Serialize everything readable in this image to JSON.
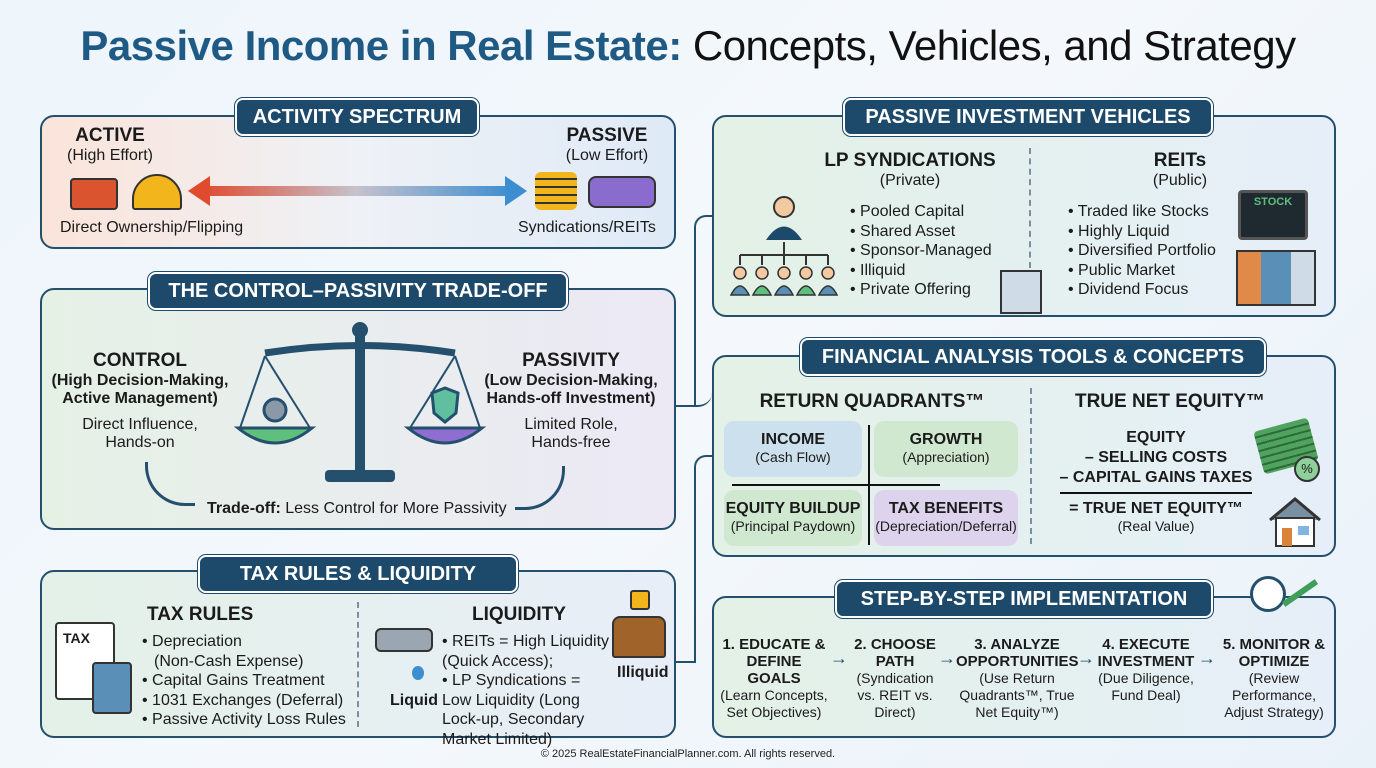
{
  "title": {
    "part1": "Passive Income in Real Estate:",
    "part2": " Concepts, Vehicles, and Strategy"
  },
  "activity": {
    "header": "ACTIVITY SPECTRUM",
    "active": "ACTIVE",
    "active_sub": "(High Effort)",
    "active_caption": "Direct Ownership/Flipping",
    "passive": "PASSIVE",
    "passive_sub": "(Low Effort)",
    "passive_caption": "Syndications/REITs"
  },
  "tradeoff": {
    "header": "THE CONTROL–PASSIVITY TRADE-OFF",
    "control": "CONTROL",
    "control_sub1": "(High Decision-Making,",
    "control_sub2": "Active Management)",
    "control_desc1": "Direct Influence,",
    "control_desc2": "Hands-on",
    "passivity": "PASSIVITY",
    "passivity_sub1": "(Low Decision-Making,",
    "passivity_sub2": "Hands-off Investment)",
    "passivity_desc1": "Limited Role,",
    "passivity_desc2": "Hands-free",
    "caption_bold": "Trade-off:",
    "caption": " Less Control for More Passivity"
  },
  "tax": {
    "header": "TAX RULES & LIQUIDITY",
    "tax_title": "TAX RULES",
    "tax_icon_label": "TAX",
    "tax_items": [
      "Depreciation",
      "(Non-Cash Expense)",
      "Capital Gains Treatment",
      "1031 Exchanges (Deferral)",
      "Passive Activity Loss Rules"
    ],
    "liq_title": "LIQUIDITY",
    "liq_items": [
      "REITs = High Liquidity (Quick Access);",
      "LP Syndications = Low Liquidity (Long Lock-up, Secondary Market Limited)"
    ],
    "liquid": "Liquid",
    "illiquid": "Illiquid"
  },
  "vehicles": {
    "header": "PASSIVE INVESTMENT VEHICLES",
    "lp_title": "LP SYNDICATIONS",
    "lp_sub": "(Private)",
    "lp_items": [
      "Pooled Capital",
      "Shared Asset",
      "Sponsor-Managed",
      "Illiquid",
      "Private Offering"
    ],
    "reit_title": "REITs",
    "reit_sub": "(Public)",
    "reit_items": [
      "Traded like Stocks",
      "Highly Liquid",
      "Diversified Portfolio",
      "Public Market",
      "Dividend Focus"
    ],
    "stock_label": "STOCK"
  },
  "financial": {
    "header": "FINANCIAL ANALYSIS TOOLS & CONCEPTS",
    "rq_title": "RETURN QUADRANTS™",
    "quadrants": [
      {
        "t": "INCOME",
        "s": "(Cash Flow)"
      },
      {
        "t": "GROWTH",
        "s": "(Appreciation)"
      },
      {
        "t": "EQUITY BUILDUP",
        "s": "(Principal Paydown)"
      },
      {
        "t": "TAX BENEFITS",
        "s": "(Depreciation/Deferral)"
      }
    ],
    "tne_title": "TRUE NET EQUITY™",
    "tne_lines": [
      "EQUITY",
      "– SELLING COSTS",
      "– CAPITAL GAINS TAXES"
    ],
    "tne_result": "= TRUE NET EQUITY™",
    "tne_sub": "(Real Value)"
  },
  "steps": {
    "header": "STEP-BY-STEP IMPLEMENTATION",
    "items": [
      {
        "t1": "1. EDUCATE &",
        "t2": "DEFINE GOALS",
        "d": "(Learn Concepts, Set Objectives)"
      },
      {
        "t1": "2. CHOOSE",
        "t2": "PATH",
        "d": "(Syndication vs. REIT vs. Direct)"
      },
      {
        "t1": "3. ANALYZE",
        "t2": "OPPORTUNITIES",
        "d": "(Use Return Quadrants™, True Net Equity™)"
      },
      {
        "t1": "4. EXECUTE",
        "t2": "INVESTMENT",
        "d": "(Due Diligence, Fund Deal)"
      },
      {
        "t1": "5. MONITOR &",
        "t2": "OPTIMIZE",
        "d": "(Review Performance, Adjust Strategy)"
      }
    ]
  },
  "footer": "© 2025 RealEstateFinancialPlanner.com. All rights reserved."
}
